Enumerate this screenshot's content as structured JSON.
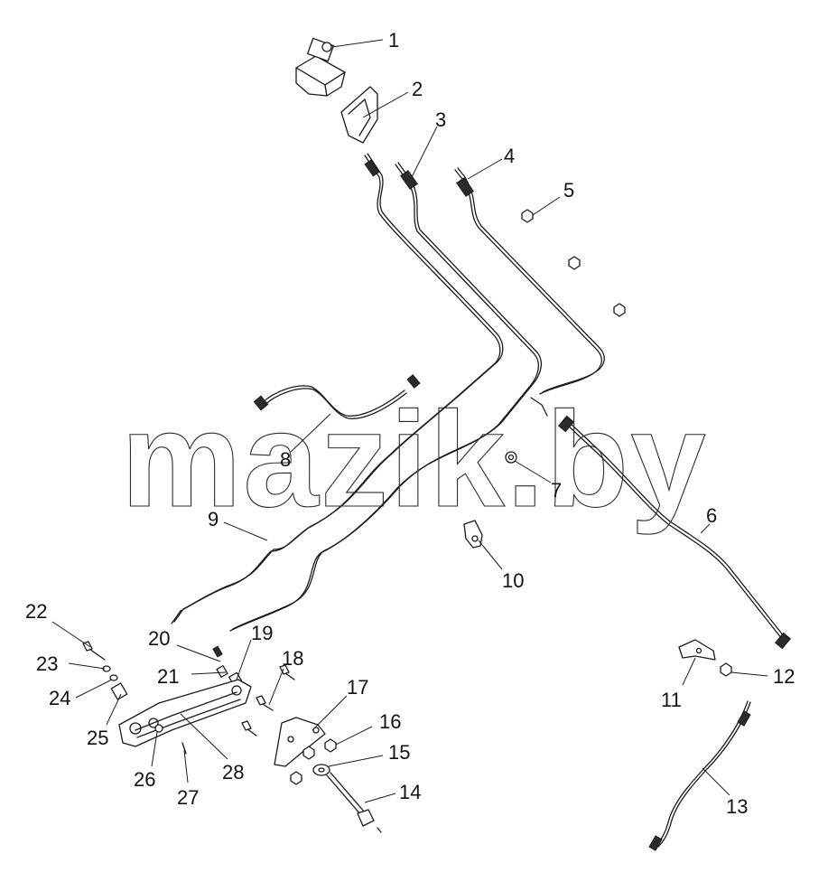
{
  "watermark": "mazik.by",
  "callouts": [
    "1",
    "2",
    "3",
    "4",
    "5",
    "6",
    "7",
    "8",
    "9",
    "10",
    "11",
    "12",
    "13",
    "14",
    "15",
    "16",
    "17",
    "18",
    "19",
    "20",
    "21",
    "22",
    "23",
    "24",
    "25",
    "26",
    "27",
    "28"
  ]
}
